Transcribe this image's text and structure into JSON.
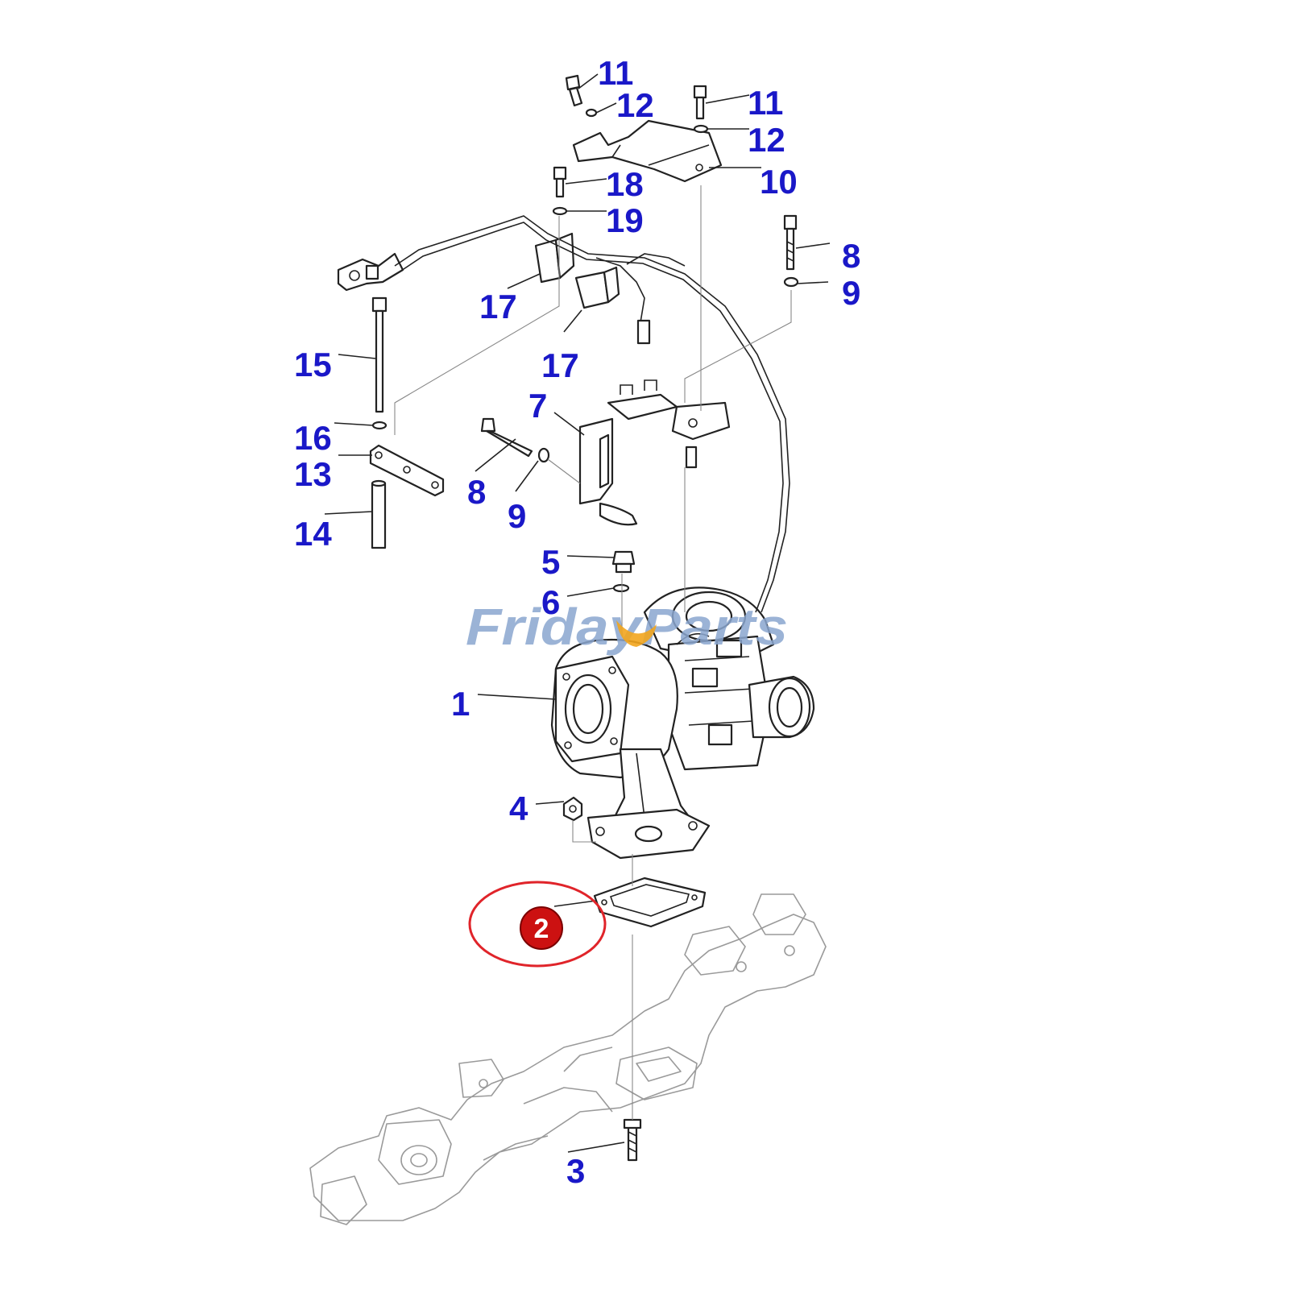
{
  "diagram": {
    "callouts": [
      "1",
      "3",
      "4",
      "5",
      "6",
      "7",
      "8",
      "8",
      "9",
      "9",
      "10",
      "11",
      "11",
      "12",
      "12",
      "13",
      "14",
      "15",
      "16",
      "17",
      "17",
      "18",
      "19"
    ],
    "highlighted_callout": "2",
    "watermark": "FridayParts",
    "colors": {
      "callout_text": "#1a18c8",
      "highlight_ring": "#e0242a",
      "highlight_badge": "#cc1111",
      "watermark": "#8aa6cf",
      "watermark_accent": "#f2a51e",
      "line_art": "#222222"
    }
  }
}
